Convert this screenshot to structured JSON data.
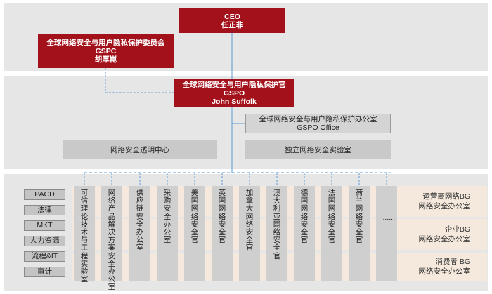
{
  "ceo": {
    "title": "CEO",
    "name": "任正非"
  },
  "gspc": {
    "line1": "全球网络安全与用户隐私保护委员会",
    "line2": "GSPC",
    "line3": "胡厚崑"
  },
  "gspo": {
    "line1": "全球网络安全与用户隐私保护官",
    "line2": "GSPO",
    "line3": "John Suffolk"
  },
  "gspo_office": {
    "line1": "全球网络安全与用户隐私保护办公室",
    "line2": "GSPO Office"
  },
  "transparency_center": "网络安全透明中心",
  "independent_lab": "独立网络安全实验室",
  "functions": [
    "PACD",
    "法律",
    "MKT",
    "人力资源",
    "流程&IT",
    "审计"
  ],
  "columns": [
    "可信理论技术与工程实验室",
    "网络产品解决方案安全办公室",
    "供应链安全办公室",
    "采购安全办公室",
    "美国网络安全官",
    "英国网络安全官",
    "加拿大网络安全官",
    "澳大利亚网络安全官",
    "德国网络安全官",
    "法国网络安全官",
    "荷兰网络安全官",
    "......"
  ],
  "bgs": [
    {
      "line1": "运营商网络BG",
      "line2": "网络安全办公室"
    },
    {
      "line1": "企业BG",
      "line2": "网络安全办公室"
    },
    {
      "line1": "消费者 BG",
      "line2": "网络安全办公室"
    }
  ],
  "colors": {
    "red": "#a3111b",
    "band": "#e6e6e6",
    "box_grey": "#c9c9c9",
    "peach": "#f5e9dd",
    "line": "#5b9bd5"
  }
}
